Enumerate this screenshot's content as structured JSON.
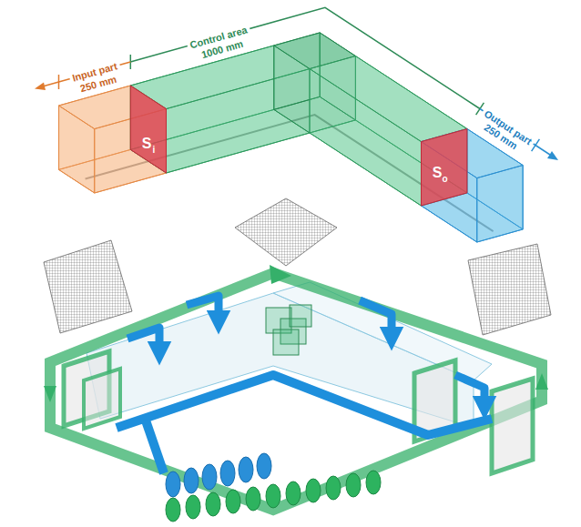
{
  "diagram": {
    "labels": [
      "Input part",
      "250 mm",
      "Control area",
      "1000 mm",
      "Output part",
      "250 mm",
      "S",
      "i",
      "S",
      "o"
    ]
  }
}
